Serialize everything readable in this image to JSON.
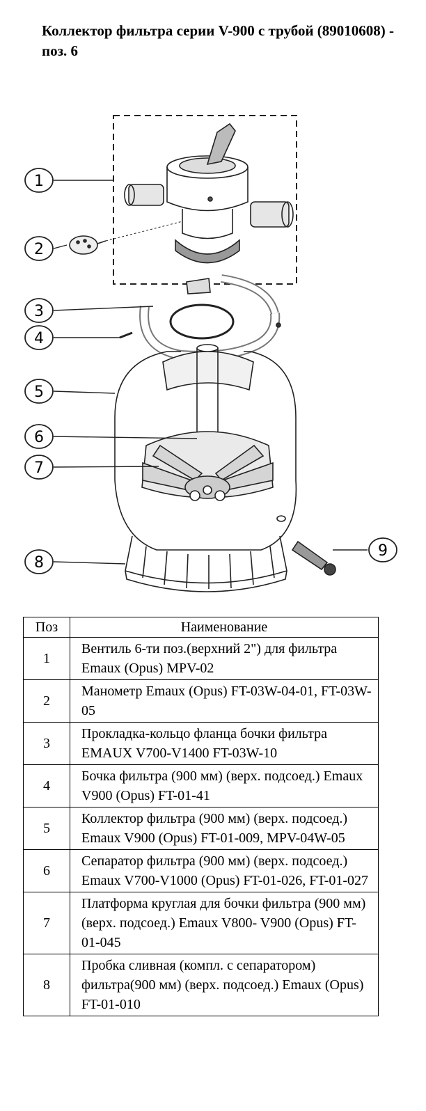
{
  "title": "Коллектор фильтра серии V-900 с трубой (89010608) - поз. 6",
  "diagram": {
    "callouts": [
      "1",
      "2",
      "3",
      "4",
      "5",
      "6",
      "7",
      "8",
      "9"
    ]
  },
  "table": {
    "headers": [
      "Поз",
      "Наименование"
    ],
    "rows": [
      {
        "pos": "1",
        "name": "Вентиль 6-ти поз.(верхний 2\") для фильтра Emaux (Opus) MPV-02"
      },
      {
        "pos": "2",
        "name": "Манометр Emaux (Opus) FT-03W-04-01, FT-03W-05"
      },
      {
        "pos": "3",
        "name": "Прокладка-кольцо фланца бочки фильтра EMAUX V700-V1400 FT-03W-10"
      },
      {
        "pos": "4",
        "name": "Бочка фильтра (900 мм) (верх. подсоед.) Emaux V900 (Opus) FT-01-41"
      },
      {
        "pos": "5",
        "name": "Коллектор фильтра (900 мм) (верх. подсоед.) Emaux V900 (Opus) FT-01-009, MPV-04W-05"
      },
      {
        "pos": "6",
        "name": "Сепаратор фильтра (900 мм) (верх. подсоед.) Emaux V700-V1000 (Opus) FT-01-026, FT-01-027"
      },
      {
        "pos": "7",
        "name": "Платформа круглая для бочки фильтра (900 мм) (верх. подсоед.) Emaux V800- V900 (Opus) FT-01-045"
      },
      {
        "pos": "8",
        "name": "Пробка сливная (компл. с сепаратором) фильтра(900 мм) (верх. подсоед.)  Emaux (Opus) FT-01-010"
      }
    ]
  }
}
